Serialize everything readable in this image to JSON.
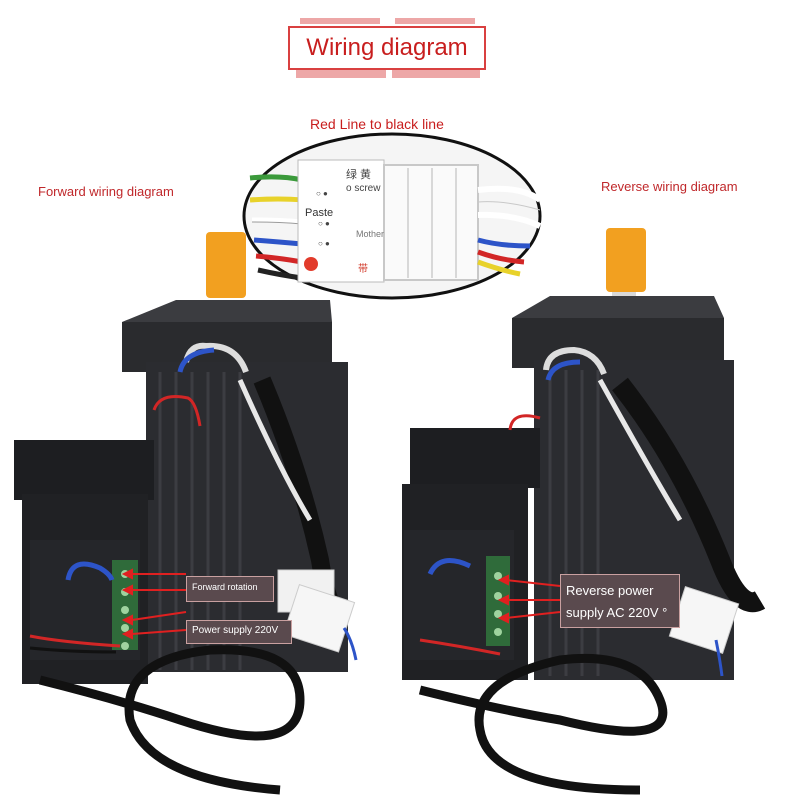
{
  "title": "Wiring diagram",
  "subtitle": "Red Line to black line",
  "left_heading": "Forward wiring diagram",
  "right_heading": "Reverse wiring diagram",
  "plug_label": {
    "screw": "o screw",
    "paste": "Paste",
    "mother": "Mother"
  },
  "left_callouts": {
    "forward": "Forward rotation",
    "power": "Power supply 220V"
  },
  "right_callout": {
    "line1": "Reverse power",
    "line2": "supply AC 220V °"
  },
  "colors": {
    "title_red": "#c81e1e",
    "heading_red": "#c0282b",
    "callout_bg": "#5a4a4e",
    "motor_black": "#2a2b2e",
    "shaft_orange": "#f2a020"
  }
}
